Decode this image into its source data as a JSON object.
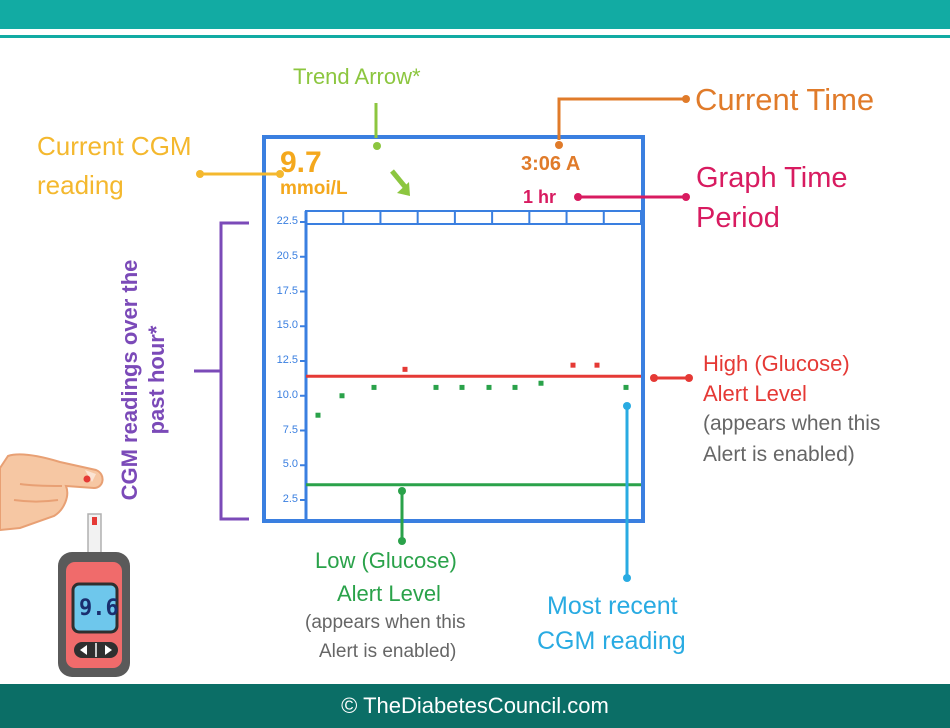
{
  "callouts": {
    "trend_arrow": "Trend Arrow*",
    "current_time": "Current Time",
    "current_cgm_line1": "Current CGM",
    "current_cgm_line2": "reading",
    "graph_time_line1": "Graph Time",
    "graph_time_line2": "Period",
    "readings_line1": "CGM readings over the",
    "readings_line2": "past hour*",
    "high_line1": "High (Glucose)",
    "high_line2": "Alert Level",
    "high_note1": "(appears when this",
    "high_note2": "Alert is enabled)",
    "low_line1": "Low (Glucose)",
    "low_line2": "Alert Level",
    "low_note1": "(appears when this",
    "low_note2": "Alert is enabled)",
    "recent_line1": "Most recent",
    "recent_line2": "CGM reading"
  },
  "screen": {
    "reading_value": "9.7",
    "reading_unit": "mmoi/L",
    "time": "3:06 A",
    "period": "1 hr"
  },
  "chart_data": {
    "type": "scatter",
    "y_ticks": [
      "22.5",
      "20.5",
      "17.5",
      "15.0",
      "12.5",
      "10.0",
      "7.5",
      "5.0",
      "2.5"
    ],
    "ylim": [
      2.5,
      22.5
    ],
    "high_alert_level": 11.4,
    "low_alert_level": 3.6,
    "readings": [
      8.6,
      10.0,
      10.6,
      11.9,
      10.6,
      10.6,
      10.6,
      10.6,
      10.9,
      12.2,
      12.2,
      10.6
    ],
    "colors": {
      "normal": "#2aa24a",
      "high": "#e53935",
      "frame": "#3a7fe0"
    }
  },
  "meter": {
    "display": "9.6"
  },
  "footer": {
    "copyright": "© TheDiabetesCouncil.com"
  }
}
